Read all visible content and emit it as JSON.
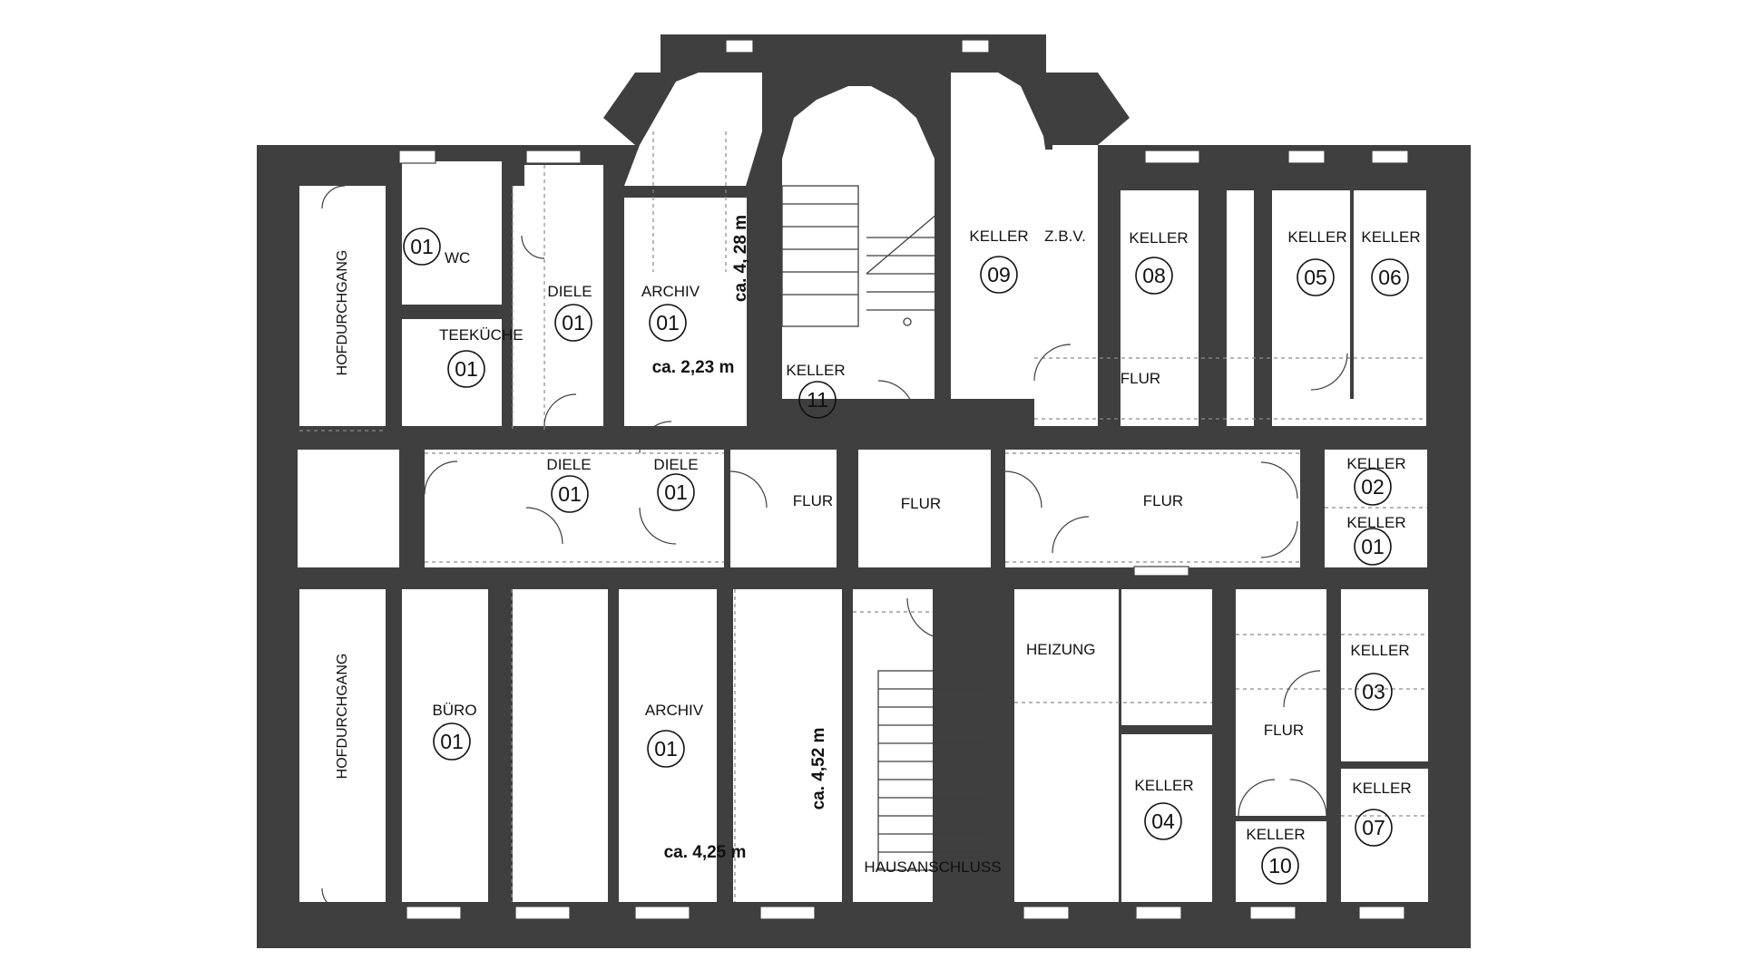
{
  "colors": {
    "wall": "#3f3f3f",
    "background": "#ffffff",
    "text": "#111111"
  },
  "rooms": [
    {
      "key": "hofdurchgang_top",
      "name": "HOFDURCHGANG",
      "number": ""
    },
    {
      "key": "wc",
      "name": "WC",
      "number": "01"
    },
    {
      "key": "teekueche",
      "name": "TEEKÜCHE",
      "number": "01"
    },
    {
      "key": "diele_upper",
      "name": "DIELE",
      "number": "01"
    },
    {
      "key": "archiv_upper",
      "name": "ARCHIV",
      "number": "01"
    },
    {
      "key": "keller_11",
      "name": "KELLER",
      "number": "11"
    },
    {
      "key": "keller_09",
      "name": "KELLER",
      "number": "09"
    },
    {
      "key": "zbv",
      "name": "Z.B.V.",
      "number": ""
    },
    {
      "key": "keller_08",
      "name": "KELLER",
      "number": "08"
    },
    {
      "key": "keller_05",
      "name": "KELLER",
      "number": "05"
    },
    {
      "key": "keller_06",
      "name": "KELLER",
      "number": "06"
    },
    {
      "key": "flur_upper_right",
      "name": "FLUR",
      "number": ""
    },
    {
      "key": "diele_mid_left",
      "name": "DIELE",
      "number": "01"
    },
    {
      "key": "diele_mid_right",
      "name": "DIELE",
      "number": "01"
    },
    {
      "key": "flur_mid_1",
      "name": "FLUR",
      "number": ""
    },
    {
      "key": "flur_mid_2",
      "name": "FLUR",
      "number": ""
    },
    {
      "key": "flur_mid_3",
      "name": "FLUR",
      "number": ""
    },
    {
      "key": "keller_02",
      "name": "KELLER",
      "number": "02"
    },
    {
      "key": "keller_01",
      "name": "KELLER",
      "number": "01"
    },
    {
      "key": "hofdurchgang_bottom",
      "name": "HOFDURCHGANG",
      "number": ""
    },
    {
      "key": "buero",
      "name": "BÜRO",
      "number": "01"
    },
    {
      "key": "archiv_lower",
      "name": "ARCHIV",
      "number": "01"
    },
    {
      "key": "hausanschluss",
      "name": "HAUSANSCHLUSS",
      "number": ""
    },
    {
      "key": "heizung",
      "name": "HEIZUNG",
      "number": ""
    },
    {
      "key": "keller_03",
      "name": "KELLER",
      "number": "03"
    },
    {
      "key": "flur_lower_right",
      "name": "FLUR",
      "number": ""
    },
    {
      "key": "keller_04",
      "name": "KELLER",
      "number": "04"
    },
    {
      "key": "keller_10",
      "name": "KELLER",
      "number": "10"
    },
    {
      "key": "keller_07",
      "name": "KELLER",
      "number": "07"
    }
  ],
  "dimensions": [
    {
      "key": "archiv_upper_height",
      "text": "ca. 4, 28 m"
    },
    {
      "key": "archiv_upper_width",
      "text": "ca. 2,23 m"
    },
    {
      "key": "archiv_lower_height",
      "text": "ca. 4,52 m"
    },
    {
      "key": "archiv_lower_width",
      "text": "ca. 4,25 m"
    }
  ]
}
